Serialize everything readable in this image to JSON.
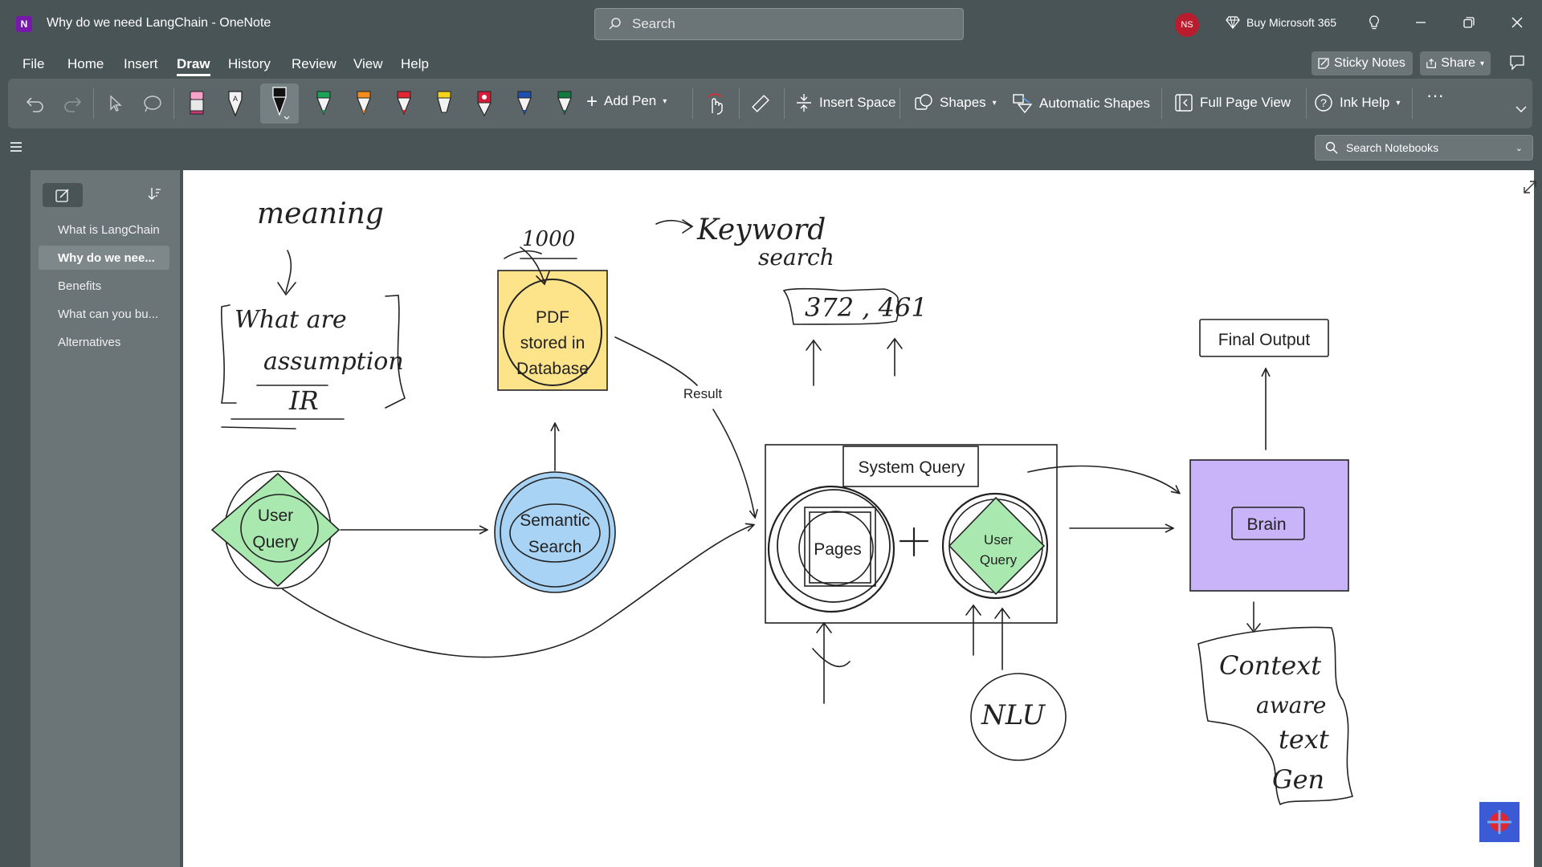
{
  "window": {
    "title": "Why do we need LangChain  -  OneNote",
    "search_placeholder": "Search",
    "avatar_initials": "NS",
    "buy_label": "Buy Microsoft 365"
  },
  "menu": {
    "items": [
      "File",
      "Home",
      "Insert",
      "Draw",
      "History",
      "Review",
      "View",
      "Help"
    ],
    "active": "Draw",
    "sticky_notes": "Sticky Notes",
    "share": "Share"
  },
  "ribbon": {
    "add_pen": "Add Pen",
    "insert_space": "Insert Space",
    "shapes": "Shapes",
    "automatic_shapes": "Automatic Shapes",
    "full_page_view": "Full Page View",
    "ink_help": "Ink Help"
  },
  "search_notebooks": "Search Notebooks",
  "pages": [
    {
      "label": "What is LangChain",
      "active": false
    },
    {
      "label": "Why do we nee...",
      "active": true
    },
    {
      "label": "Benefits",
      "active": false
    },
    {
      "label": "What can you bu...",
      "active": false
    },
    {
      "label": "Alternatives",
      "active": false
    }
  ],
  "diagram": {
    "pdf_lines": [
      "PDF",
      "stored in",
      "Database"
    ],
    "semantic_lines": [
      "Semantic",
      "Search"
    ],
    "user_query_lines": [
      "User",
      "Query"
    ],
    "result": "Result",
    "system_query": "System Query",
    "pages": "Pages",
    "final_output": "Final Output",
    "brain": "Brain",
    "hand_meaning": "meaning",
    "hand_1000": "1000",
    "hand_what_are": "What are",
    "hand_assumptions": "assumption",
    "hand_ir": "IR",
    "hand_keyword": "Keyword",
    "hand_search": "search",
    "hand_numbers": "372 , 461",
    "hand_nlu": "NLU",
    "hand_context_1": "Context",
    "hand_context_2": "aware",
    "hand_context_3": "text",
    "hand_context_4": "Gen"
  },
  "colors": {
    "pdf_fill": "#fde38a",
    "semantic_fill": "#a9d3f5",
    "query_fill": "#a9e9b0",
    "brain_fill": "#c9b4fa",
    "accent_red": "#b91c2c"
  }
}
